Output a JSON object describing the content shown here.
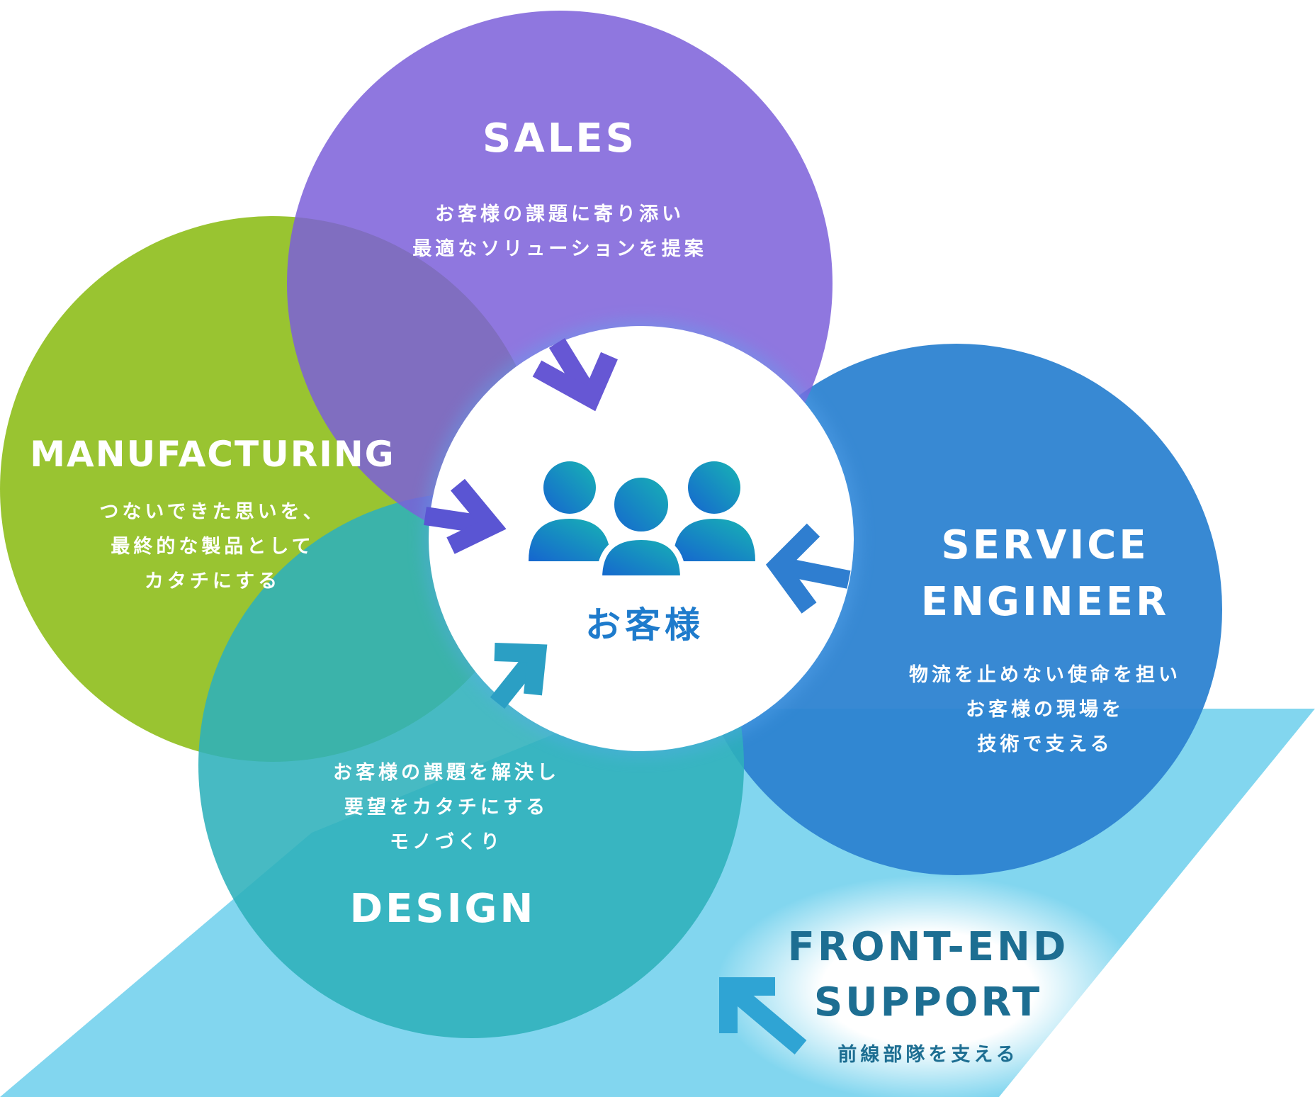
{
  "center": {
    "label": "お客様",
    "icon": "people-group-icon"
  },
  "circles": {
    "sales": {
      "title": "SALES",
      "lines": [
        "お客様の課題に寄り添い",
        "最適なソリューションを提案"
      ],
      "color": "#7b5fd9"
    },
    "manufacturing": {
      "title": "MANUFACTURING",
      "lines": [
        "つないできた思いを、",
        "最終的な製品として",
        "カタチにする"
      ],
      "color": "#96c22a"
    },
    "service_engineer": {
      "title_lines": [
        "SERVICE",
        "ENGINEER"
      ],
      "lines": [
        "物流を止めない使命を担い",
        "お客様の現場を",
        "技術で支える"
      ],
      "color": "#2c82d0"
    },
    "design": {
      "title": "DESIGN",
      "lines": [
        "お客様の課題を解決し",
        "要望をカタチにする",
        "モノづくり"
      ],
      "color": "#2eb1bb"
    }
  },
  "front_end": {
    "title_lines": [
      "FRONT-END",
      "SUPPORT"
    ],
    "desc": "前線部隊を支える",
    "color": "#82d6ef"
  }
}
